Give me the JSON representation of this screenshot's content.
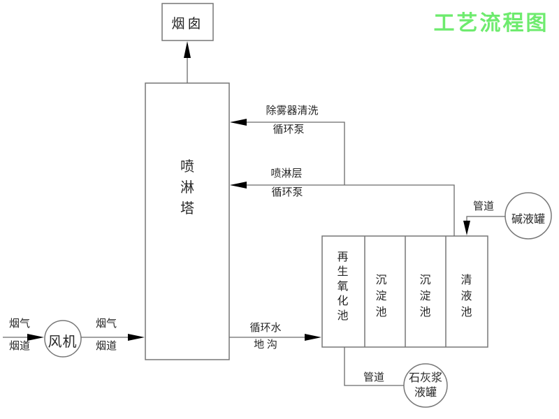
{
  "title": "工艺流程图",
  "colors": {
    "title_green": "#6eeb6e",
    "line_gray": "#777777",
    "arrow_black": "#000000",
    "text_black": "#262626",
    "background": "#ffffff"
  },
  "nodes": {
    "chimney": {
      "label": "烟囱"
    },
    "spray_tower": {
      "label": "喷淋塔"
    },
    "fan": {
      "label": "风机"
    },
    "alkali_tank": {
      "label": "碱液罐"
    },
    "lime_tank": {
      "label_line1": "石灰浆",
      "label_line2": "液罐"
    },
    "pool": {
      "compartments": [
        {
          "label": "再生氧化池"
        },
        {
          "label": "沉淀池"
        },
        {
          "label": "沉淀池"
        },
        {
          "label": "清液池"
        }
      ]
    }
  },
  "pipes": {
    "inlet_duct": {
      "label_top": "烟气",
      "label_bottom": "烟道"
    },
    "fan_to_tower": {
      "label_top": "烟气",
      "label_bottom": "烟道"
    },
    "demister_wash": {
      "label_top": "除雾器清洗",
      "label_bottom": "循环泵"
    },
    "spray_layer": {
      "label_top": "喷淋层",
      "label_bottom": "循环泵"
    },
    "circulating_water": {
      "label_top": "循环水",
      "label_bottom": "地 沟"
    },
    "alkali_pipe": {
      "label": "管道"
    },
    "lime_pipe": {
      "label": "管道"
    }
  }
}
